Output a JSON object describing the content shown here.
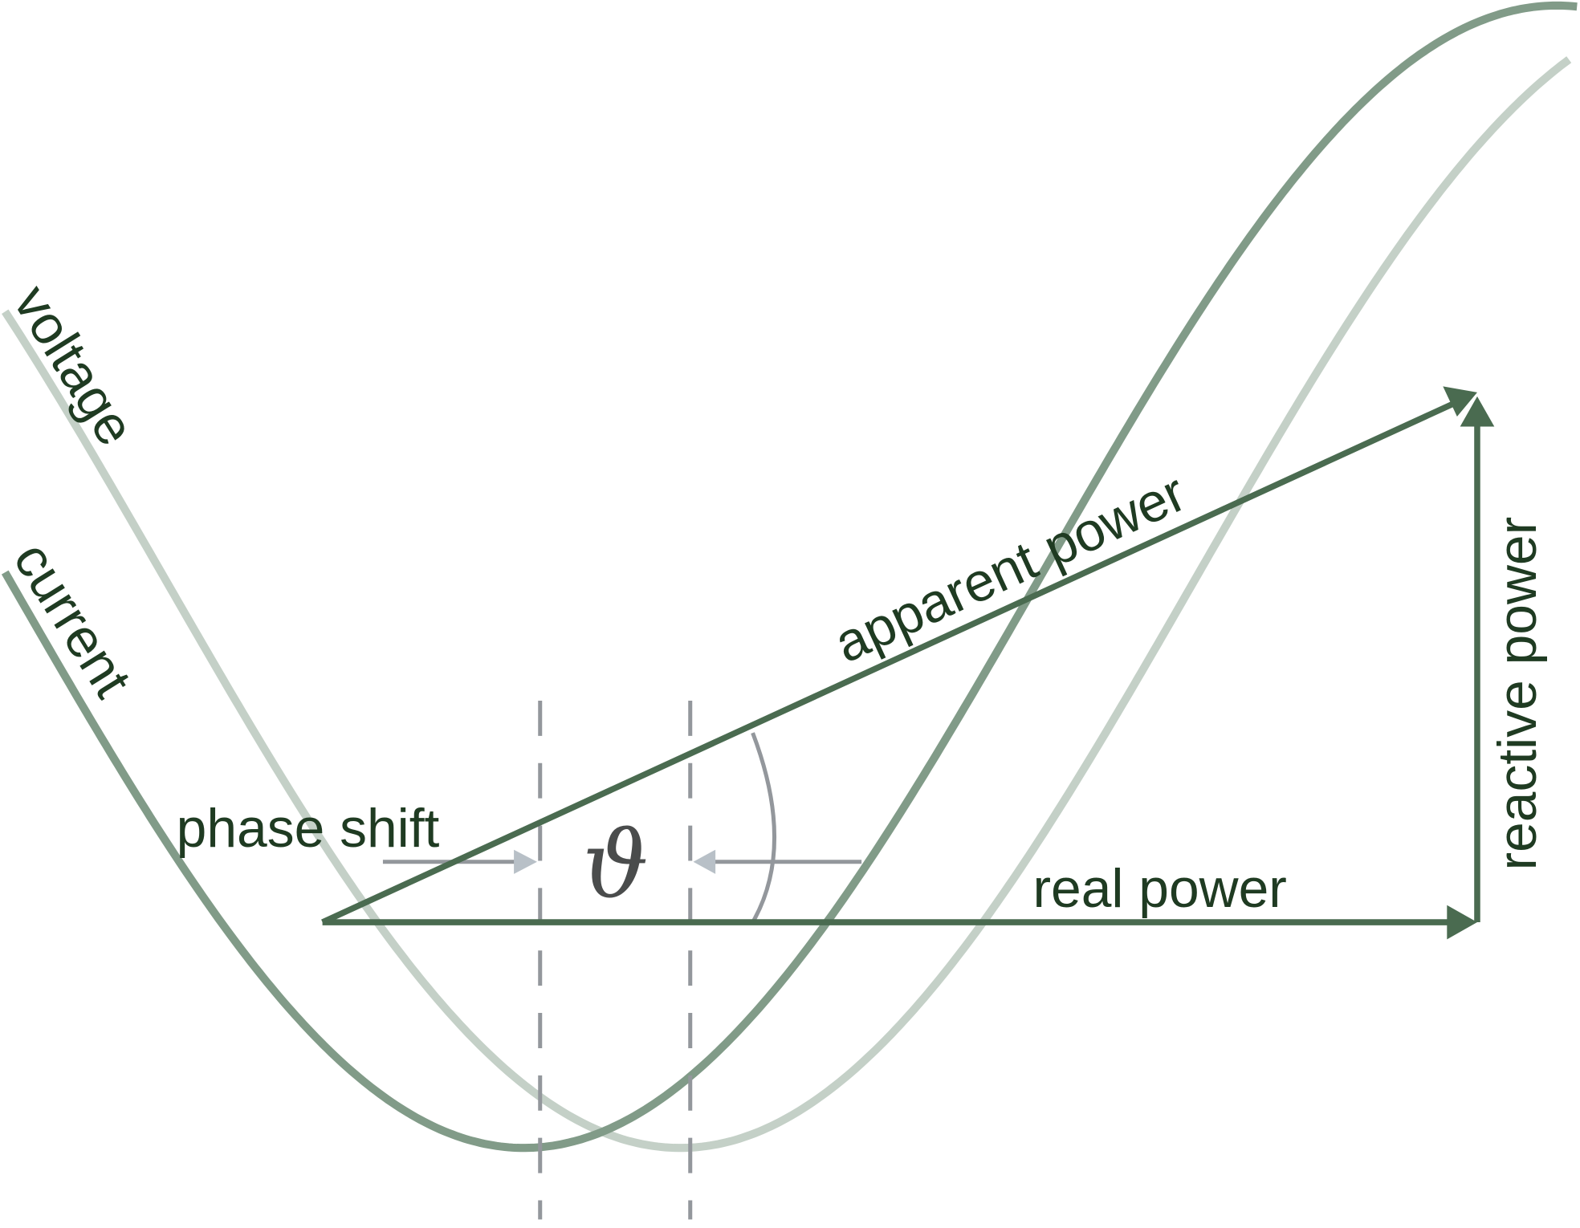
{
  "labels": {
    "voltage": "voltage",
    "current": "current",
    "apparent_power": "apparent power",
    "reactive_power": "reactive power",
    "real_power": "real power",
    "phase_shift": "phase shift",
    "angle_symbol": "ϑ"
  },
  "colors": {
    "current_wave": "#819b88",
    "voltage_wave": "#c4d0c7",
    "power_vectors": "#4a6b50",
    "guides": "#93979c",
    "guide_arrowheads": "#b8c0c7",
    "text": "#1f3b22"
  }
}
